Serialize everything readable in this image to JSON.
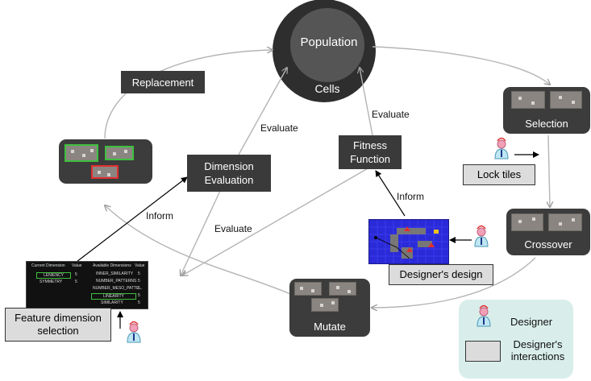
{
  "population": {
    "title": "Population",
    "subtitle": "Cells"
  },
  "nodes": {
    "replacement": "Replacement",
    "selection": "Selection",
    "crossover": "Crossover",
    "mutate": "Mutate",
    "dimension_evaluation": "Dimension Evaluation",
    "fitness_function": "Fitness Function",
    "lock_tiles": "Lock tiles",
    "designers_design": "Designer's design",
    "feature_dimension_selection": "Feature dimension selection"
  },
  "edges": {
    "evaluate_top": "Evaluate",
    "evaluate_fitness": "Evaluate",
    "evaluate_lower": "Evaluate",
    "inform_left": "Inform",
    "inform_right": "Inform"
  },
  "legend": {
    "designer": "Designer",
    "interactions": "Designer's interactions"
  },
  "dimension_panel": {
    "current_header": "Current Dimension",
    "value_header": "Value",
    "current_rows": [
      {
        "name": "LENIENCY",
        "value": "5"
      },
      {
        "name": "SYMMETRY",
        "value": "5"
      }
    ],
    "available_header": "Available Dimensions",
    "available_value_header": "Value",
    "available_rows": [
      {
        "name": "INNER_SIMILARITY",
        "value": "5"
      },
      {
        "name": "NUMBER_PATTERNS",
        "value": "5"
      },
      {
        "name": "NUMBER_MESO_PATTE...",
        "value": "5"
      },
      {
        "name": "LINEARITY",
        "value": "5"
      },
      {
        "name": "SIMILARITY",
        "value": "5"
      }
    ]
  },
  "colors": {
    "node_fill": "#3a3a3a",
    "arrow_gray": "#b4b4b4",
    "legend_bg": "#d9eeea",
    "highlight_green": "#3fbf3f",
    "highlight_red": "#e03030",
    "design_blue": "#2a2ad8"
  }
}
